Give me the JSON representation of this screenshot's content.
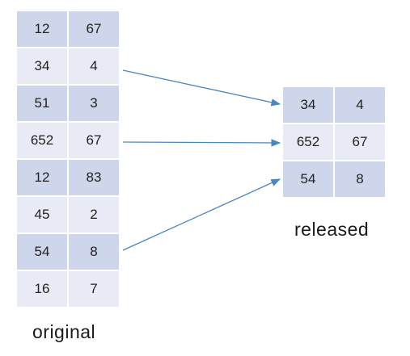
{
  "original": {
    "caption": "original",
    "rows": [
      [
        "12",
        "67"
      ],
      [
        "34",
        "4"
      ],
      [
        "51",
        "3"
      ],
      [
        "652",
        "67"
      ],
      [
        "12",
        "83"
      ],
      [
        "45",
        "2"
      ],
      [
        "54",
        "8"
      ],
      [
        "16",
        "7"
      ]
    ]
  },
  "released": {
    "caption": "released",
    "rows": [
      [
        "34",
        "4"
      ],
      [
        "652",
        "67"
      ],
      [
        "54",
        "8"
      ]
    ]
  },
  "colors": {
    "row_dark": "#cdd6ea",
    "row_light": "#e8ebf5",
    "arrow": "#4a86c0"
  },
  "arrows": [
    {
      "from_original_row": 1,
      "to_released_row": 0
    },
    {
      "from_original_row": 3,
      "to_released_row": 1
    },
    {
      "from_original_row": 6,
      "to_released_row": 2
    }
  ]
}
